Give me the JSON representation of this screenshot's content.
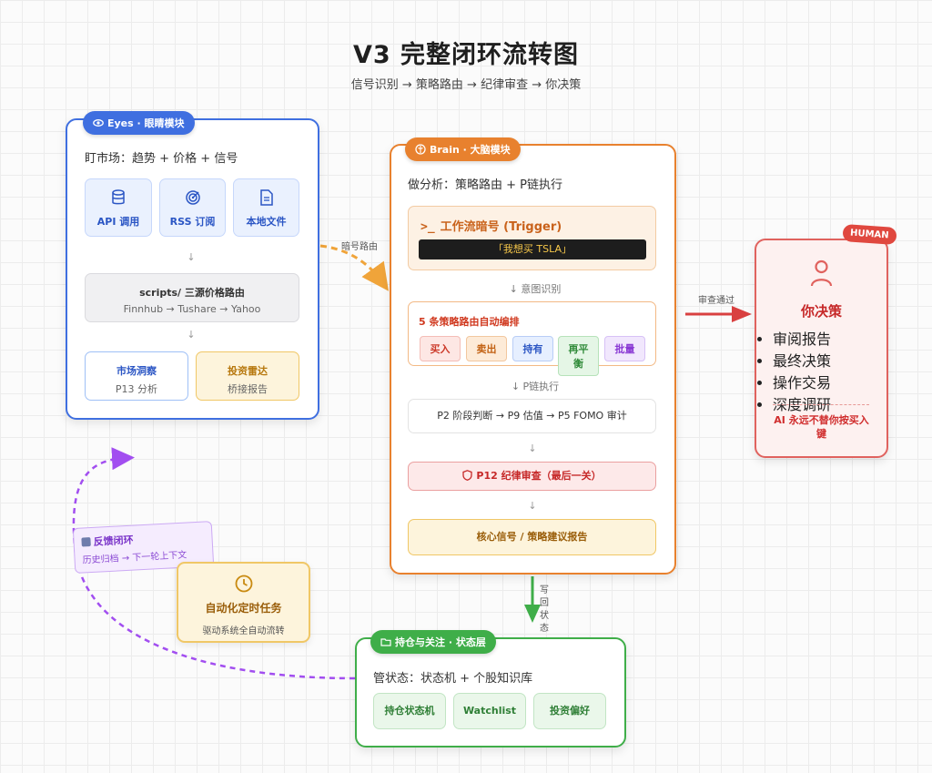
{
  "header": {
    "title": "V3 完整闭环流转图",
    "subtitle": "信号识别 → 策略路由 → 纪律审查 → 你决策"
  },
  "eyes": {
    "badge": "Eyes · 眼睛模块",
    "lead": "盯市场：趋势 + 价格 + 信号",
    "sources": [
      {
        "icon": "database-icon",
        "label": "API 调用"
      },
      {
        "icon": "rss-icon",
        "label": "RSS 订阅"
      },
      {
        "icon": "file-icon",
        "label": "本地文件"
      }
    ],
    "router": {
      "title": "scripts/ 三源价格路由",
      "sub": "Finnhub → Tushare → Yahoo"
    },
    "outputs": [
      {
        "title": "市场洞察",
        "sub": "P13 分析"
      },
      {
        "title": "投资雷达",
        "sub": "桥接报告"
      }
    ]
  },
  "arrows": {
    "dark_route": "暗号路由",
    "review_pass": "审查通过",
    "write_back": "写回状态"
  },
  "brain": {
    "badge": "Brain · 大脑模块",
    "lead": "做分析：策略路由 + P链执行",
    "trigger": {
      "title": "工作流暗号 (Trigger)",
      "phrase": "「我想买 TSLA」"
    },
    "intent_label": "意图识别",
    "routing": {
      "title": "5 条策略路由自动编排",
      "chips": [
        "买入",
        "卖出",
        "持有",
        "再平衡",
        "批量"
      ]
    },
    "pchain_label": "P链执行",
    "pchain": "P2 阶段判断 → P9 估值 → P5 FOMO 审计",
    "review": "P12 纪律审查（最后一关）",
    "report": "核心信号 / 策略建议报告"
  },
  "human": {
    "tag": "HUMAN",
    "title": "你决策",
    "items": [
      "审阅报告",
      "最终决策",
      "操作交易",
      "深度调研"
    ],
    "warning": "AI 永远不替你按买入键"
  },
  "feedback": {
    "title": "反馈闭环",
    "sub": "历史归档 → 下一轮上下文"
  },
  "scheduler": {
    "title": "自动化定时任务",
    "sub": "驱动系统全自动流转"
  },
  "state": {
    "badge": "持仓与关注 · 状态层",
    "lead": "管状态：状态机 + 个股知识库",
    "items": [
      "持仓状态机",
      "Watchlist",
      "投资偏好"
    ]
  },
  "colors": {
    "eyes": "#3f6fe0",
    "brain": "#e8812e",
    "human": "#e0625e",
    "state": "#3fae49",
    "feedback": "#a24ef0",
    "scheduler": "#f0b93a"
  }
}
